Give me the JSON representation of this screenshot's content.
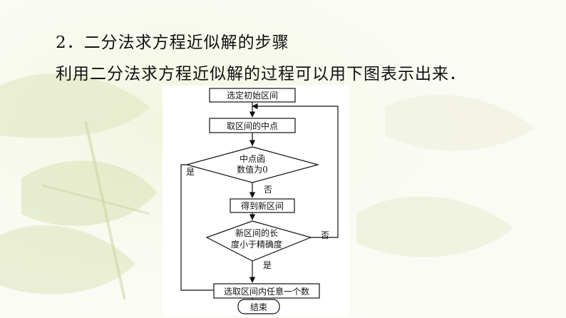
{
  "heading": "2．二分法求方程近似解的步骤",
  "intro": "利用二分法求方程近似解的过程可以用下图表示出来．",
  "flowchart": {
    "start": "选定初始区间",
    "midpoint": "取区间的中点",
    "check_zero": [
      "中点函",
      "数值为0"
    ],
    "new_interval": "得到新区间",
    "check_precision": [
      "新区间的长",
      "度小于精确度"
    ],
    "select": "选取区间内任意一个数",
    "end": "结束",
    "label_yes": "是",
    "label_no": "否"
  }
}
